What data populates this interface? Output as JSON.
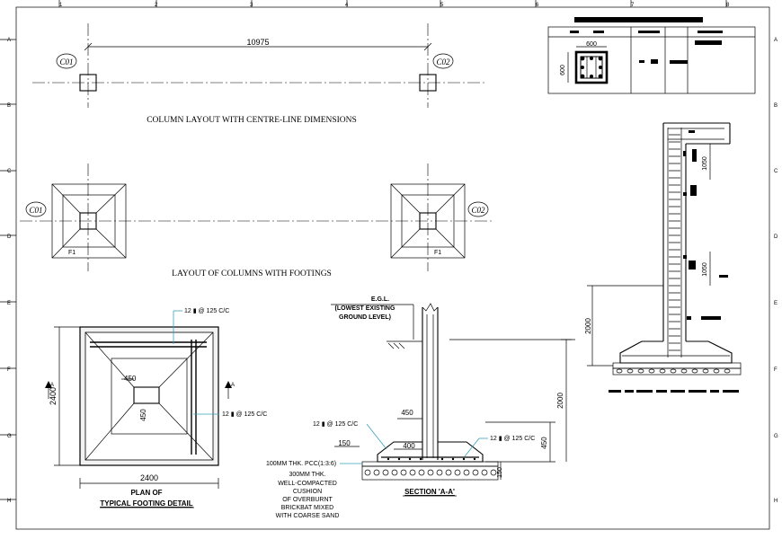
{
  "sheet": {
    "grid_cols": [
      "1",
      "2",
      "3",
      "4",
      "5",
      "6",
      "7",
      "8"
    ],
    "grid_rows": [
      "A",
      "B",
      "C",
      "D",
      "E",
      "F",
      "G",
      "H"
    ]
  },
  "column_layout": {
    "dimension": "10975",
    "c01": "C01",
    "c02": "C02",
    "title": "COLUMN LAYOUT WITH CENTRE-LINE DIMENSIONS"
  },
  "footing_layout": {
    "c01": "C01",
    "c02": "C02",
    "f1_left": "F1",
    "f1_right": "F1",
    "title": "LAYOUT OF COLUMNS WITH FOOTINGS"
  },
  "column_detail": {
    "width": "600",
    "depth": "600"
  },
  "elevation": {
    "dim_1050_top": "1050",
    "dim_1050_mid": "1050",
    "dim_2000": "2000"
  },
  "plan": {
    "rebar_top": "12 ▮ @ 125 C/C",
    "rebar_right": "12 ▮ @ 125 C/C",
    "dim_450_h": "450",
    "dim_450_v": "450",
    "dim_2400_v": "2400",
    "dim_2400_h": "2400",
    "section_mark_left": "A",
    "section_mark_right": "A",
    "title_line1": "PLAN OF",
    "title_line2": "TYPICAL FOOTING DETAIL"
  },
  "section": {
    "egl_line1": "E.G.L.",
    "egl_line2": "(LOWEST EXISTING",
    "egl_line3": "GROUND LEVEL)",
    "dim_450_top": "450",
    "dim_400": "400",
    "dim_150": "150",
    "dim_2000": "2000",
    "dim_450_side": "450",
    "dim_150_side": "150",
    "rebar_left": "12 ▮ @ 125 C/C",
    "rebar_right": "12 ▮ @ 125 C/C",
    "pcc": "100MM THK. PCC(1:3:6)",
    "cushion": [
      "300MM THK.",
      "WELL-COMPACTED",
      "CUSHION",
      "OF OVERBURNT",
      "BRICKBAT MIXED",
      "WITH COARSE SAND"
    ],
    "title": "SECTION 'A-A'"
  }
}
